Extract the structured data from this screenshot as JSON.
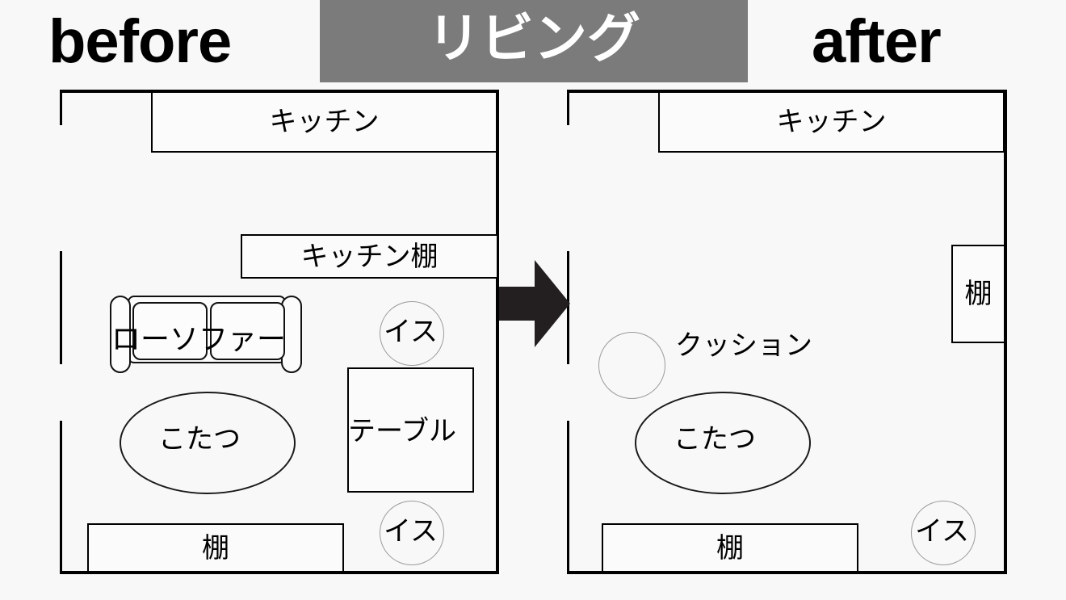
{
  "header": {
    "before_label": "before",
    "after_label": "after",
    "room_banner": "リビング",
    "banner_bg_color": "#7b7b7b",
    "banner_text_color": "#ffffff"
  },
  "arrow": {
    "name": "right-arrow",
    "color": "#231f20",
    "direction": "right"
  },
  "colors": {
    "background": "#f8f8f8",
    "wall": "#000000",
    "furniture_outline": "#111111",
    "soft_outline": "#9b9b9b"
  },
  "before_plan": {
    "title": "before",
    "items": [
      {
        "label": "キッチン",
        "shape": "rect",
        "name": "kitchen"
      },
      {
        "label": "キッチン棚",
        "shape": "rect",
        "name": "kitchen-shelf"
      },
      {
        "label": "ローソファー",
        "shape": "sofa",
        "name": "low-sofa"
      },
      {
        "label": "イス",
        "shape": "circle",
        "name": "chair-upper"
      },
      {
        "label": "テーブル",
        "shape": "rect",
        "name": "table"
      },
      {
        "label": "こたつ",
        "shape": "ellipse",
        "name": "kotatsu"
      },
      {
        "label": "イス",
        "shape": "circle",
        "name": "chair-lower"
      },
      {
        "label": "棚",
        "shape": "rect",
        "name": "shelf"
      }
    ]
  },
  "after_plan": {
    "title": "after",
    "items": [
      {
        "label": "キッチン",
        "shape": "rect",
        "name": "kitchen"
      },
      {
        "label": "棚",
        "shape": "rect",
        "name": "shelf-right"
      },
      {
        "label": "クッション",
        "shape": "circle",
        "name": "cushion"
      },
      {
        "label": "こたつ",
        "shape": "ellipse",
        "name": "kotatsu"
      },
      {
        "label": "棚",
        "shape": "rect",
        "name": "shelf-bottom"
      },
      {
        "label": "イス",
        "shape": "circle",
        "name": "chair"
      }
    ]
  }
}
